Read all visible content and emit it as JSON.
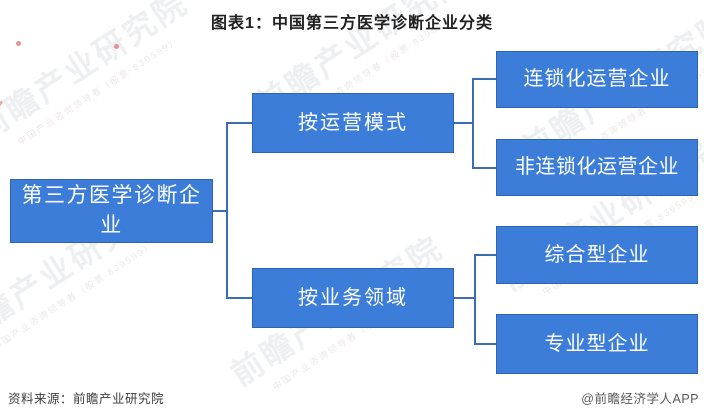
{
  "title": "图表1：中国第三方医学诊断企业分类",
  "colors": {
    "box_fill": "#3b7dd8",
    "box_border": "#2d63b0",
    "box_text": "#ffffff",
    "connector": "#3a6db4",
    "title_text": "#212121",
    "source_text": "#3d3d3d",
    "brand_text": "#595959"
  },
  "tree": {
    "root": {
      "label": "第三方医学诊断企业"
    },
    "branches": [
      {
        "label": "按运营模式",
        "children": [
          {
            "label": "连锁化运营企业"
          },
          {
            "label": "非连锁化运营企业"
          }
        ]
      },
      {
        "label": "按业务领域",
        "children": [
          {
            "label": "综合型企业"
          },
          {
            "label": "专业型企业"
          }
        ]
      }
    ]
  },
  "footer": {
    "source": "资料来源：前瞻产业研究院",
    "brand": "@前瞻经济学人APP"
  },
  "watermark": {
    "main": "前瞻产业研究院",
    "sub": "中国产业咨询领导者（股票·839599）"
  }
}
